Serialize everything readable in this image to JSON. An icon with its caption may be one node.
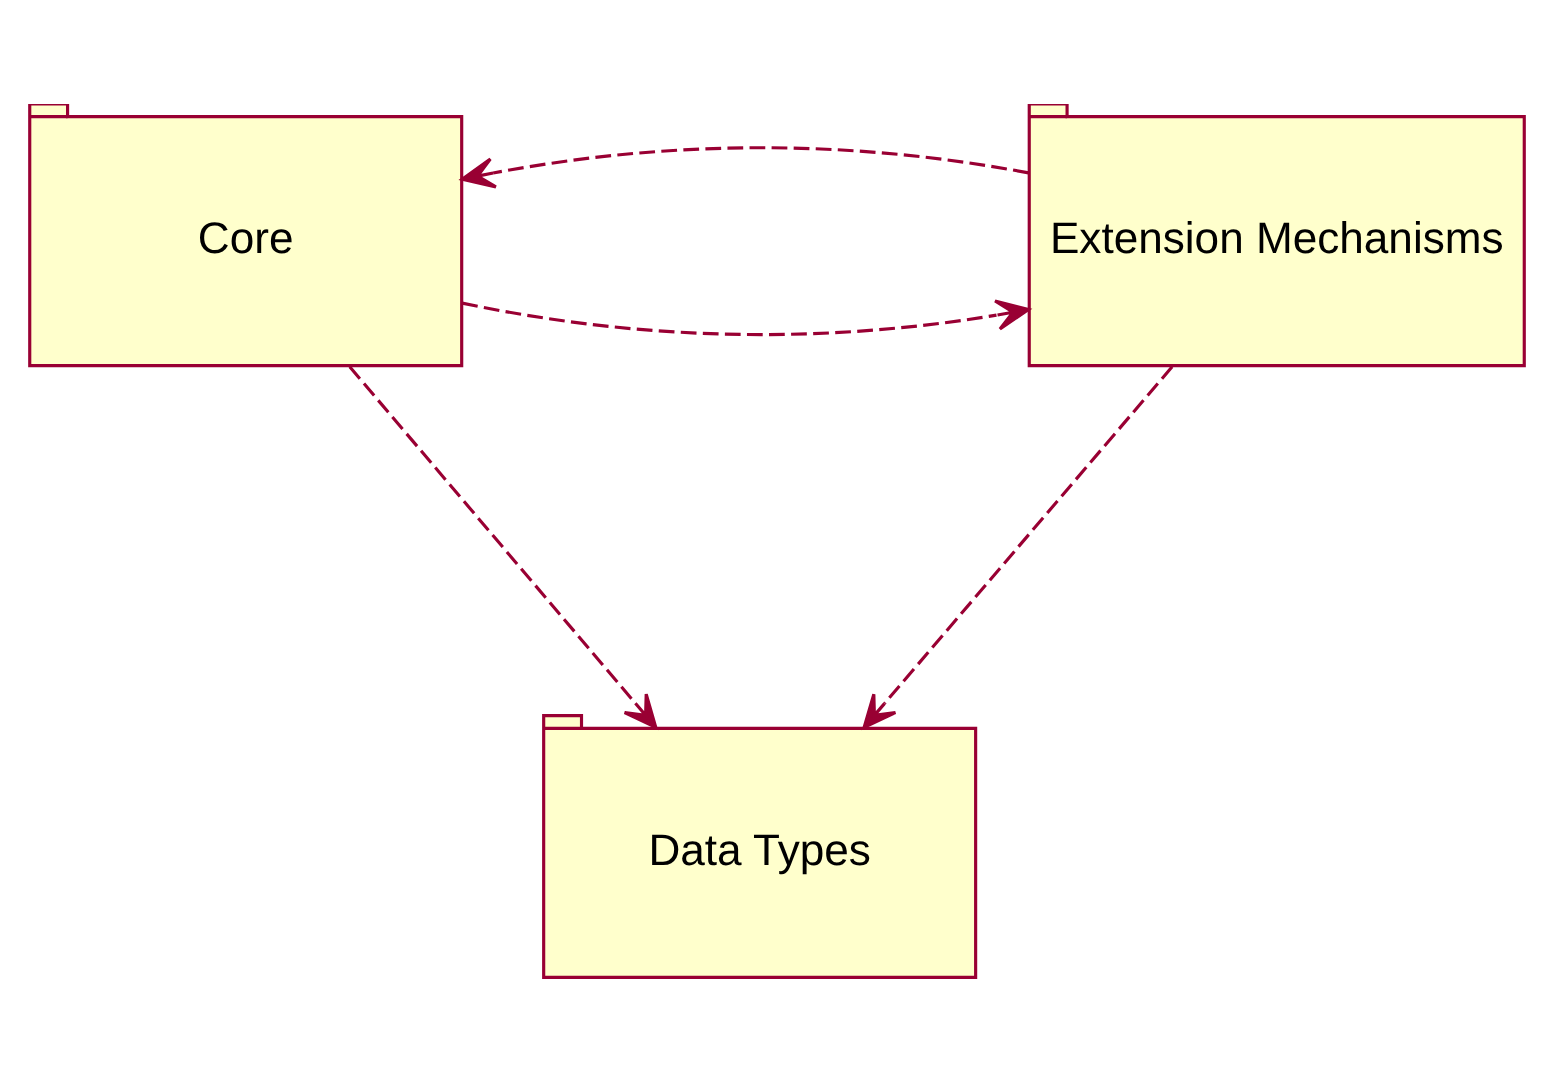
{
  "diagram": {
    "nodes": [
      {
        "text": [
          "Core"
        ]
      },
      {
        "text": [
          "Extension Mechanisms"
        ]
      },
      {
        "text": [
          "Data Types"
        ]
      }
    ],
    "edges": [
      {
        "from": 0,
        "to": 1,
        "arrow": "to",
        "style": "dashed"
      },
      {
        "from": 1,
        "to": 0,
        "arrow": "to",
        "style": "dashed"
      },
      {
        "from": 0,
        "to": 2,
        "arrow": "to",
        "style": "dashed"
      },
      {
        "from": 1,
        "to": 2,
        "arrow": "to",
        "style": "dashed"
      }
    ]
  }
}
